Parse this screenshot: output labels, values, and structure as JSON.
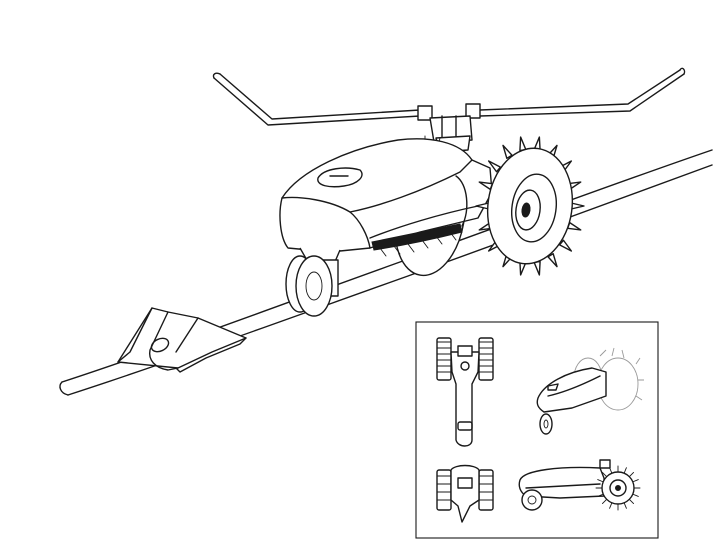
{
  "illustration": {
    "subject": "traveling-sprinkler-line-drawing",
    "colors": {
      "line": "#1a1a1a",
      "background": "#ffffff",
      "ghost": "#9a9a9a"
    }
  },
  "inset": {
    "views": [
      "top-view",
      "three-quarter-view",
      "front-view",
      "side-view"
    ]
  }
}
